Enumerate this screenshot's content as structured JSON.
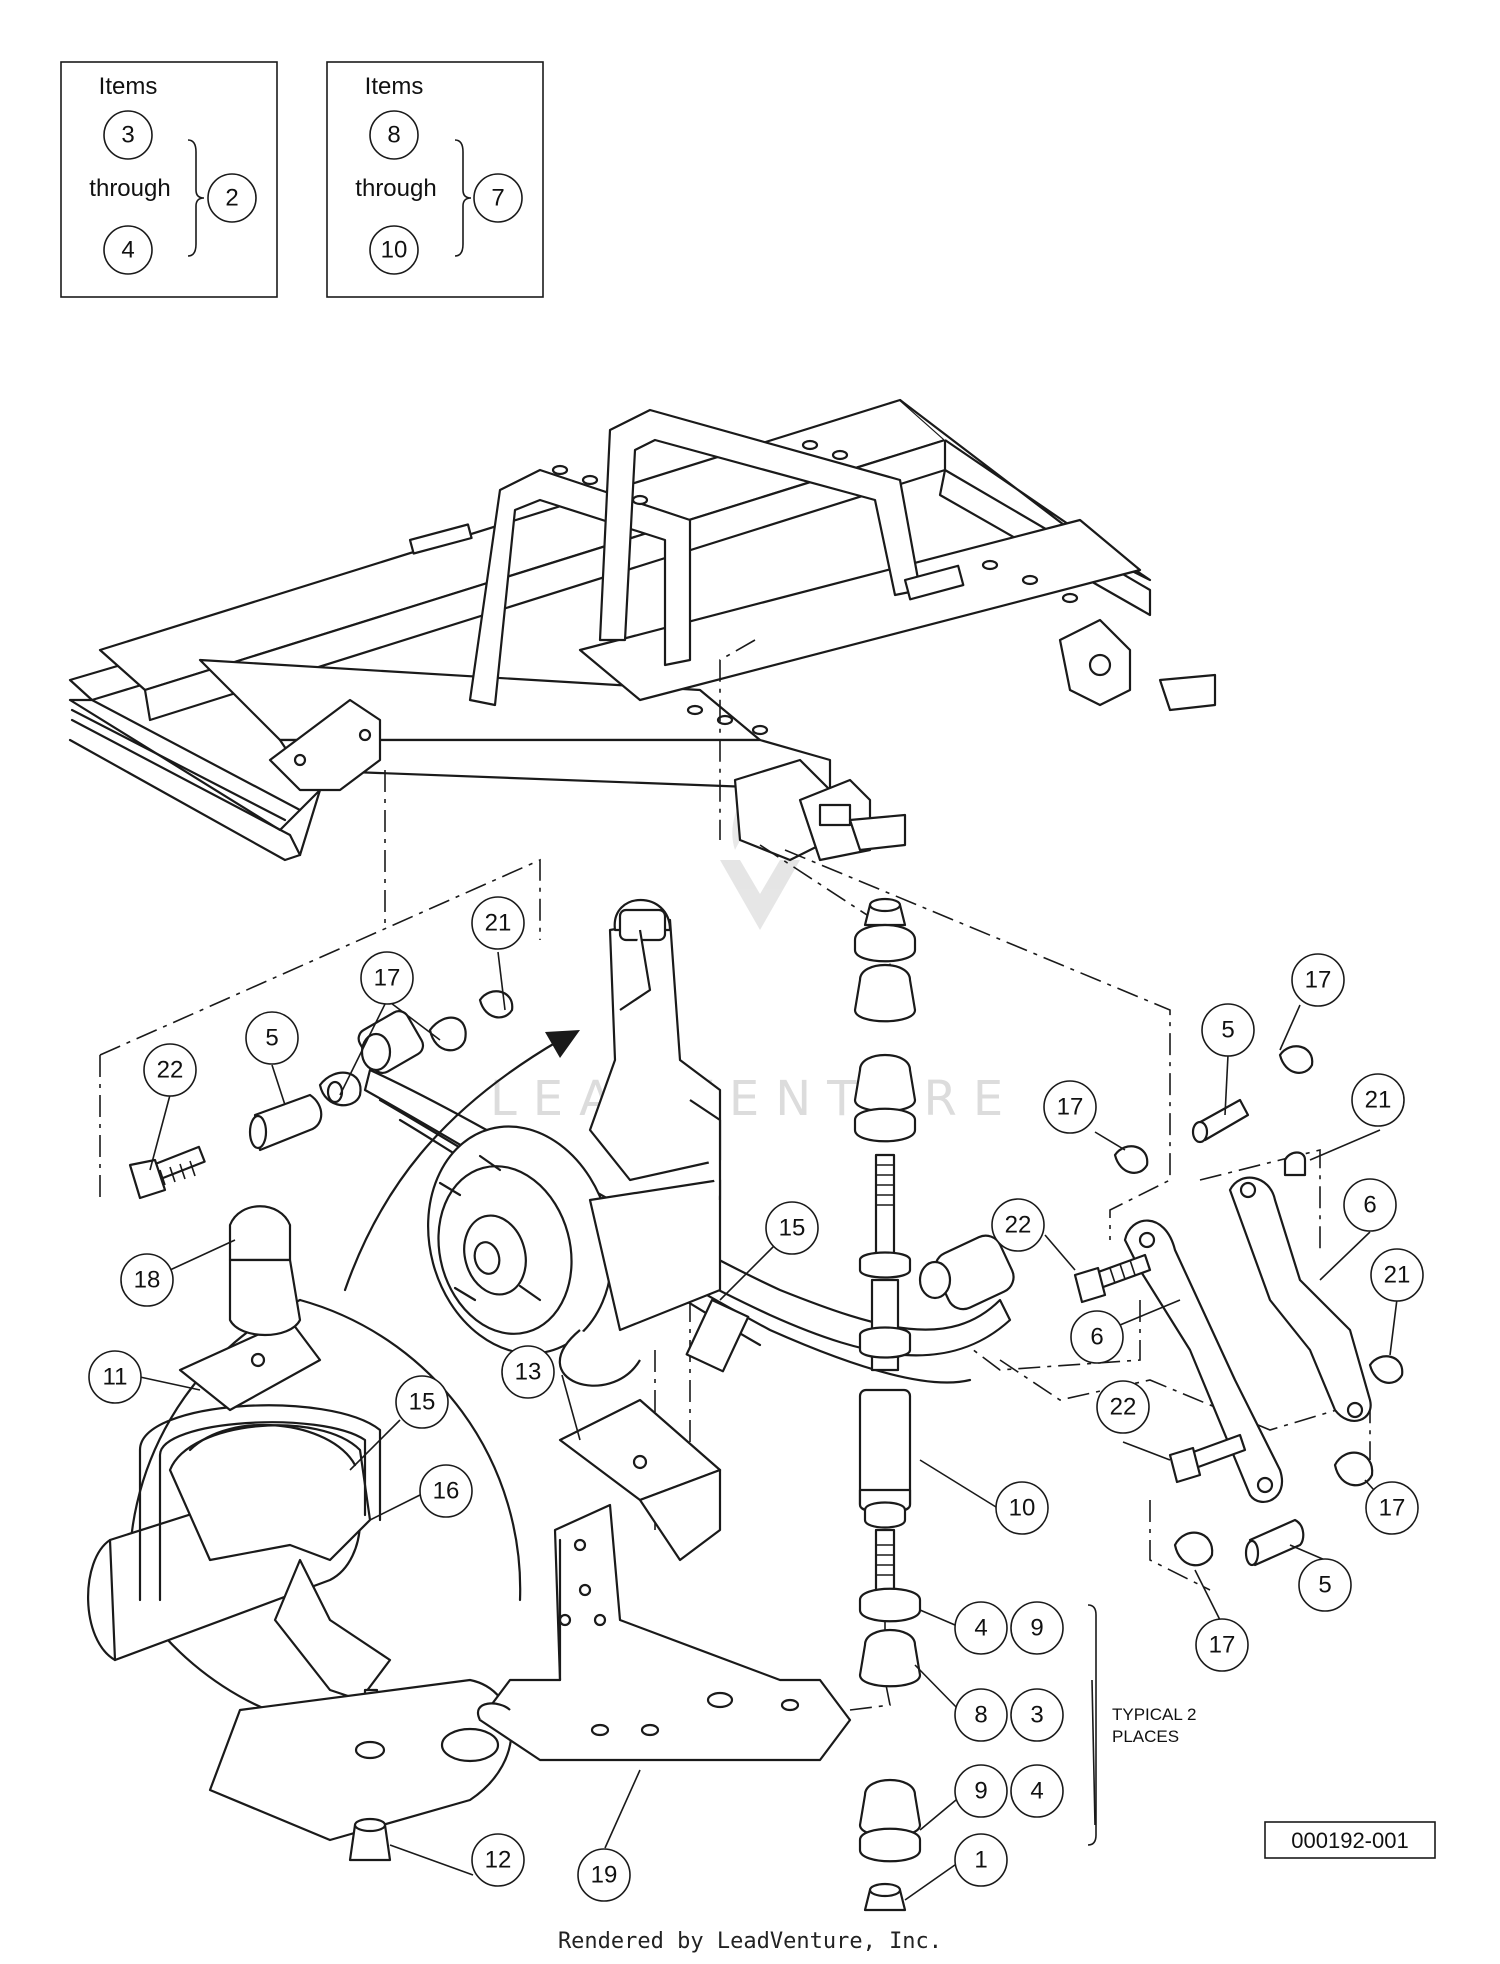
{
  "legend": [
    {
      "title": "Items",
      "top": "3",
      "middle": "through",
      "bottom": "4",
      "result": "2"
    },
    {
      "title": "Items",
      "top": "8",
      "middle": "through",
      "bottom": "10",
      "result": "7"
    }
  ],
  "callouts": {
    "c21a": "21",
    "c17a": "17",
    "c22a": "22",
    "c5a": "5",
    "c18": "18",
    "c11": "11",
    "c15a": "15",
    "c16": "16",
    "c15b": "15",
    "c13": "13",
    "c19": "19",
    "c12": "12",
    "c10": "10",
    "c4a": "4",
    "c9a": "9",
    "c8a": "8",
    "c3a": "3",
    "c9b": "9",
    "c4b": "4",
    "c1": "1",
    "c5b": "5",
    "c17b": "17",
    "c17c": "17",
    "c21b": "21",
    "c22b": "22",
    "c6a": "6",
    "c6b": "6",
    "c21c": "21",
    "c22c": "22",
    "c17d": "17",
    "c5c": "5",
    "c17e": "17"
  },
  "note_line1": "TYPICAL 2",
  "note_line2": "PLACES",
  "figure_id": "000192-001",
  "watermark": "LEADVENTURE",
  "footer": "Rendered by LeadVenture, Inc."
}
